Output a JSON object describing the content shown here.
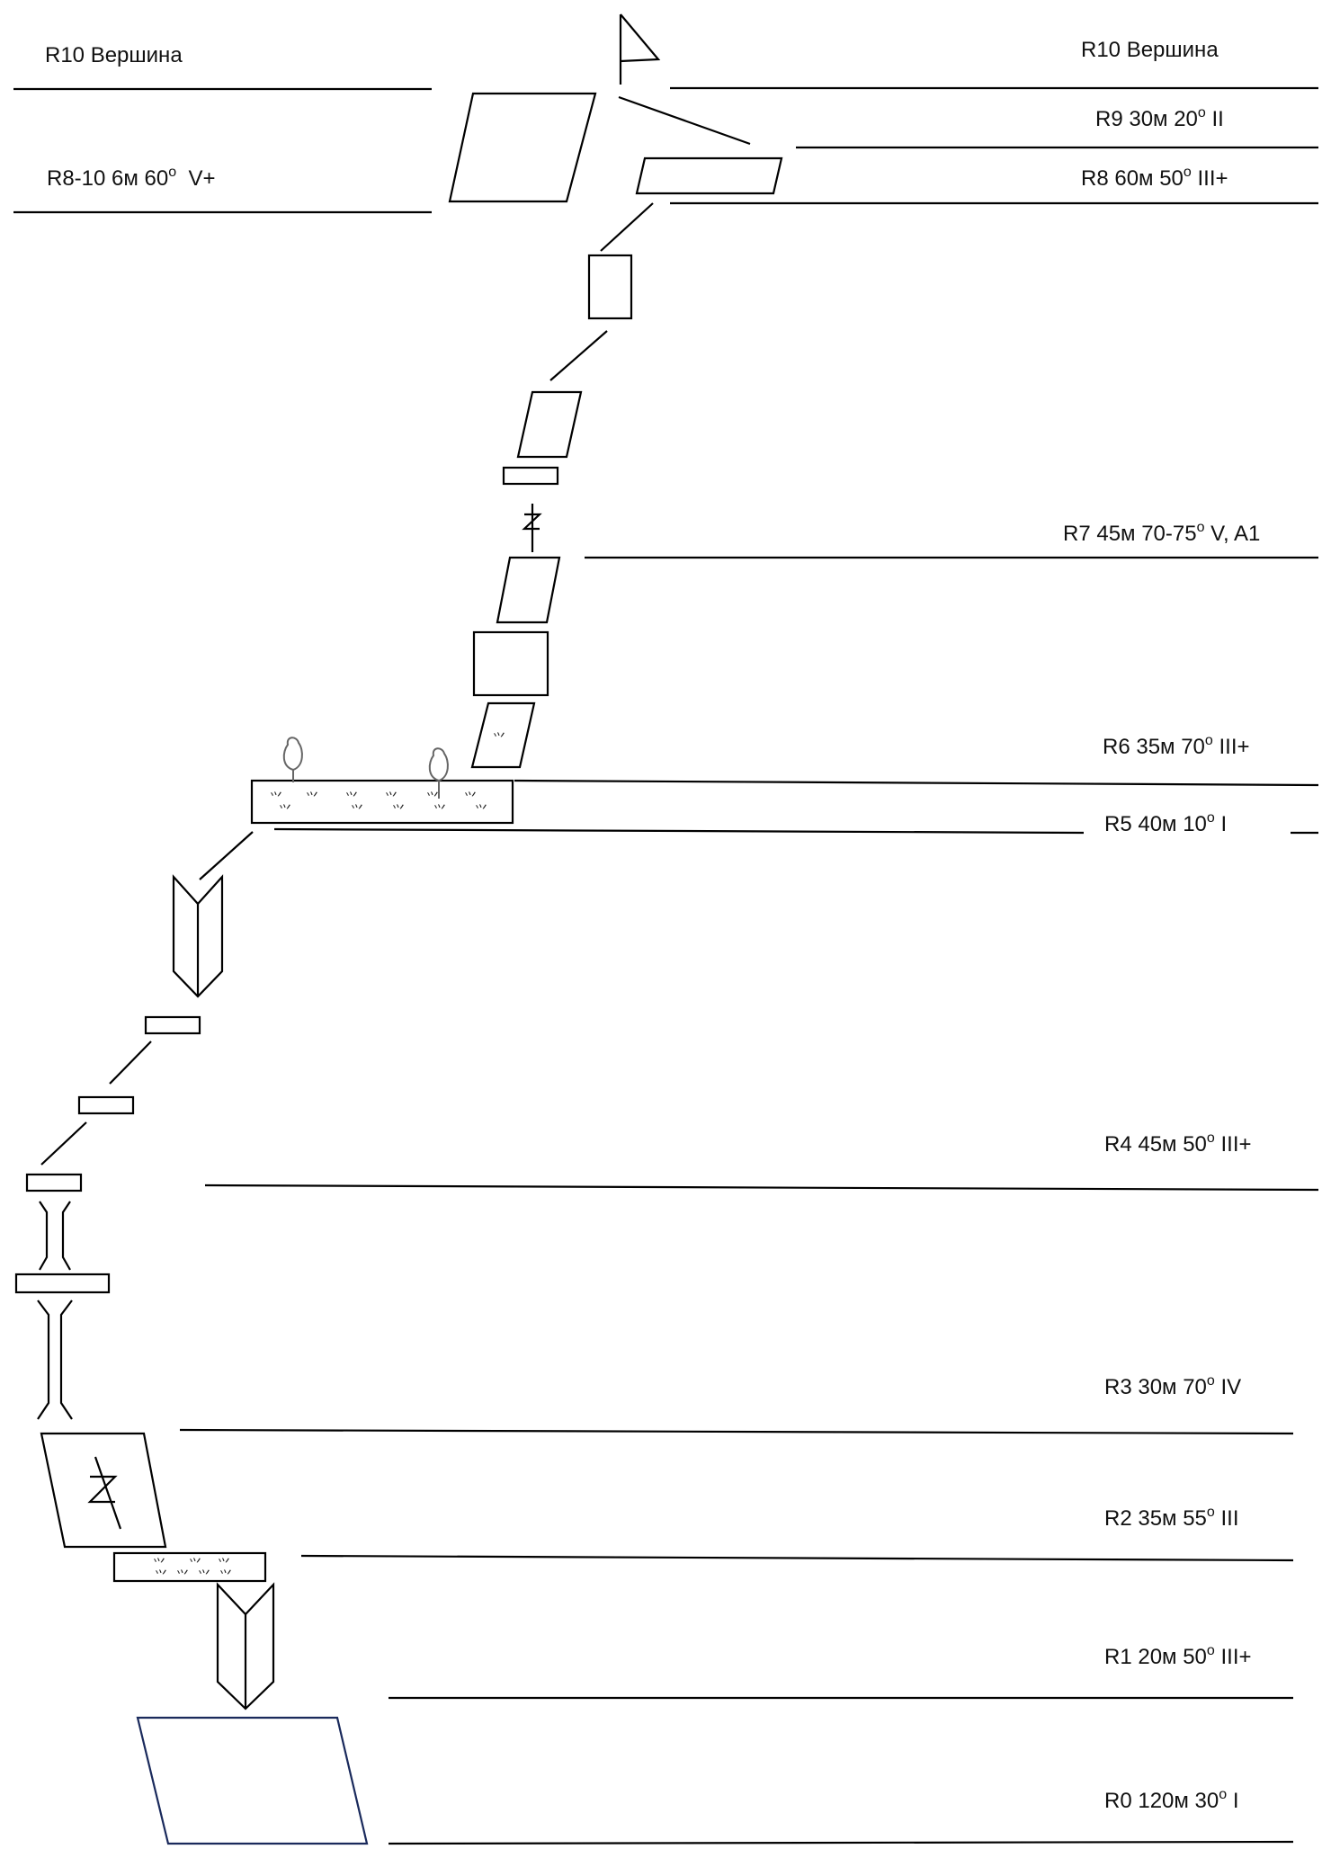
{
  "pitches": [
    {
      "id": "r10-left",
      "label": "R10 Вершина",
      "deg": ""
    },
    {
      "id": "r10-right",
      "label": "R10 Вершина",
      "deg": ""
    },
    {
      "id": "r9",
      "label": "R9 30м 20",
      "deg": "o",
      "grade": " II"
    },
    {
      "id": "r8-10",
      "label": "R8-10 6м 60",
      "deg": "o",
      "grade": "  V+"
    },
    {
      "id": "r8",
      "label": "R8 60м 50",
      "deg": "o",
      "grade": " III+"
    },
    {
      "id": "r7",
      "label": "R7 45м 70-75",
      "deg": "o",
      "grade": " V, A1"
    },
    {
      "id": "r6",
      "label": "R6 35м 70",
      "deg": "o",
      "grade": " III+"
    },
    {
      "id": "r5",
      "label": "R5 40м 10",
      "deg": "o",
      "grade": " I"
    },
    {
      "id": "r4",
      "label": "R4 45м 50",
      "deg": "o",
      "grade": " III+"
    },
    {
      "id": "r3",
      "label": "R3 30м 70",
      "deg": "o",
      "grade": " IV"
    },
    {
      "id": "r2",
      "label": "R2 35м 55",
      "deg": "o",
      "grade": " III"
    },
    {
      "id": "r1",
      "label": "R1 20м 50",
      "deg": "o",
      "grade": " III+"
    },
    {
      "id": "r0",
      "label": "R0 120м 30",
      "deg": "o",
      "grade": " I"
    }
  ],
  "icons": {
    "summit": "flag-icon",
    "piton": "piton-icon",
    "tree": "tree-icon",
    "grass": "grass-icon",
    "chimney": "chimney-icon"
  },
  "grass_glyph": "⺍"
}
